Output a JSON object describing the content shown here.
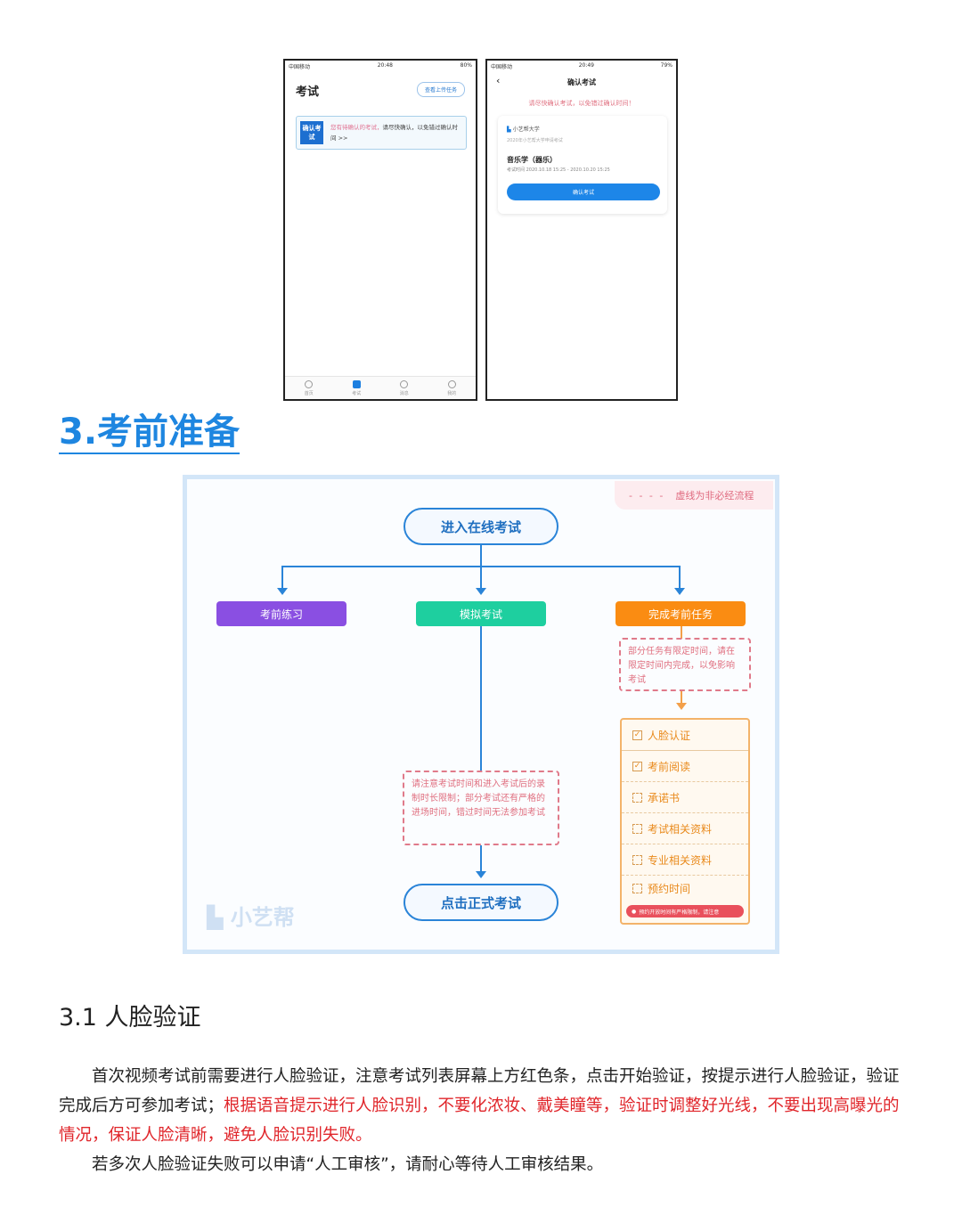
{
  "phone1": {
    "carrier": "中国移动",
    "time": "20:48",
    "battery": "80%",
    "title": "考试",
    "upload_button": "查看上传任务",
    "notice_badge": "确认考试",
    "notice_red": "您有待确认的考试，",
    "notice_rest": "请尽快确认，以免错过确认时间 >>",
    "nav": [
      "首页",
      "考试",
      "消息",
      "我的"
    ]
  },
  "phone2": {
    "carrier": "中国移动",
    "time": "20:49",
    "battery": "79%",
    "title": "确认考试",
    "warning": "请尽快确认考试，以免错过确认时间！",
    "school": "小艺帮大学",
    "exam_group": "2020年小艺帮大学申请考试",
    "subject": "音乐学（器乐）",
    "exam_time": "考试时间 2020.10.18 15:25 - 2020.10.20 15:25",
    "confirm_button": "确认考试"
  },
  "heading": "3.考前准备",
  "flow": {
    "legend": "虚线为非必经流程",
    "start": "进入在线考试",
    "practice": "考前练习",
    "mock": "模拟考试",
    "tasks_label": "完成考前任务",
    "tasks_note": "部分任务有限定时间，请在限定时间内完成，以免影响考试",
    "mock_note": "请注意考试时间和进入考试后的录制时长限制；部分考试还有严格的进场时间，错过时间无法参加考试",
    "end": "点击正式考试",
    "tasks": [
      {
        "label": "人脸认证",
        "checked": true
      },
      {
        "label": "考前阅读",
        "checked": true
      },
      {
        "label": "承诺书",
        "checked": false
      },
      {
        "label": "考试相关资料",
        "checked": false
      },
      {
        "label": "专业相关资料",
        "checked": false
      },
      {
        "label": "预约时间",
        "checked": false
      }
    ],
    "reserve_warning": "预约开放时间有严格限制，请注意",
    "watermark": "小艺帮"
  },
  "section": {
    "title": "3.1 人脸验证",
    "p1_a": "首次视频考试前需要进行人脸验证，注意考试列表屏幕上方红色条，点击开始验证，按提示进行人脸验证，验证完成后方可参加考试；",
    "p1_red": "根据语音提示进行人脸识别，不要化浓妆、戴美瞳等，验证时调整好光线，不要出现高曝光的情况，保证人脸清晰，避免人脸识别失败。",
    "p2": "若多次人脸验证失败可以申请“人工审核”，请耐心等待人工审核结果。"
  }
}
